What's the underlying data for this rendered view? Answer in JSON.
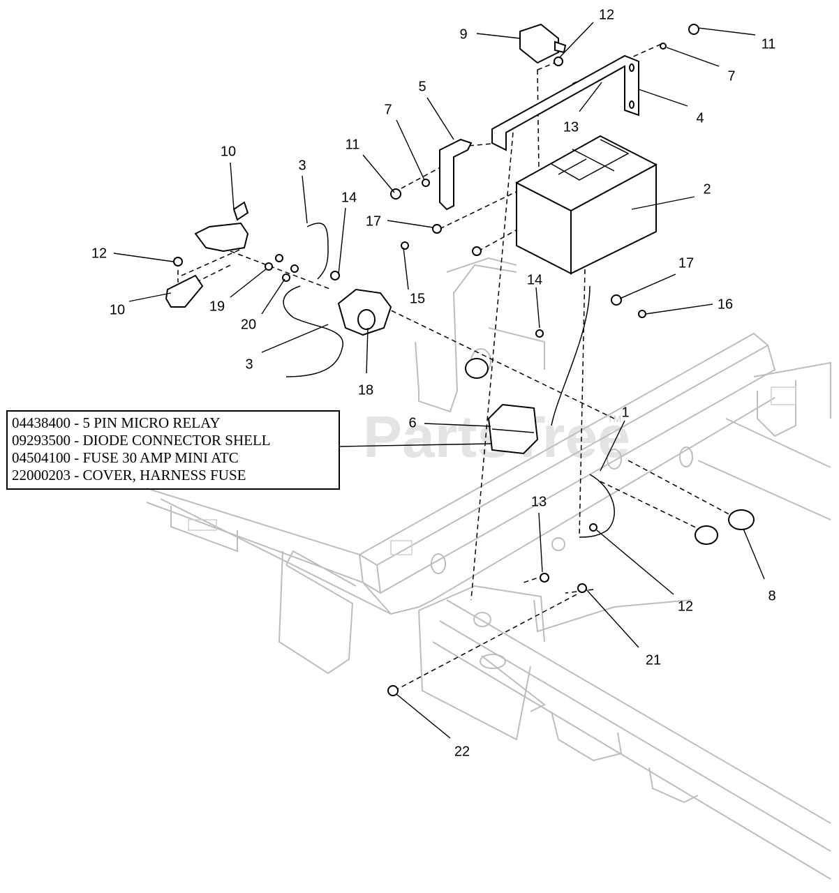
{
  "watermark": {
    "brand": "PartsTree",
    "tm": "TM"
  },
  "relay_note": {
    "lines": [
      "04438400 - 5 PIN MICRO RELAY",
      "09293500 - DIODE CONNECTOR SHELL",
      "04504100 - FUSE 30 AMP MINI ATC",
      "22000203 - COVER, HARNESS FUSE"
    ]
  },
  "callouts": [
    {
      "id": "c-9",
      "label": "9"
    },
    {
      "id": "c-12a",
      "label": "12"
    },
    {
      "id": "c-11a",
      "label": "11"
    },
    {
      "id": "c-7a",
      "label": "7"
    },
    {
      "id": "c-5",
      "label": "5"
    },
    {
      "id": "c-4",
      "label": "4"
    },
    {
      "id": "c-13a",
      "label": "13"
    },
    {
      "id": "c-7b",
      "label": "7"
    },
    {
      "id": "c-11b",
      "label": "11"
    },
    {
      "id": "c-10a",
      "label": "10"
    },
    {
      "id": "c-3a",
      "label": "3"
    },
    {
      "id": "c-14a",
      "label": "14"
    },
    {
      "id": "c-2",
      "label": "2"
    },
    {
      "id": "c-17a",
      "label": "17"
    },
    {
      "id": "c-12b",
      "label": "12"
    },
    {
      "id": "c-17b",
      "label": "17"
    },
    {
      "id": "c-15",
      "label": "15"
    },
    {
      "id": "c-16",
      "label": "16"
    },
    {
      "id": "c-10b",
      "label": "10"
    },
    {
      "id": "c-19",
      "label": "19"
    },
    {
      "id": "c-14b",
      "label": "14"
    },
    {
      "id": "c-20",
      "label": "20"
    },
    {
      "id": "c-3b",
      "label": "3"
    },
    {
      "id": "c-18",
      "label": "18"
    },
    {
      "id": "c-6",
      "label": "6"
    },
    {
      "id": "c-1",
      "label": "1"
    },
    {
      "id": "c-13b",
      "label": "13"
    },
    {
      "id": "c-8",
      "label": "8"
    },
    {
      "id": "c-12c",
      "label": "12"
    },
    {
      "id": "c-21",
      "label": "21"
    },
    {
      "id": "c-22",
      "label": "22"
    }
  ]
}
